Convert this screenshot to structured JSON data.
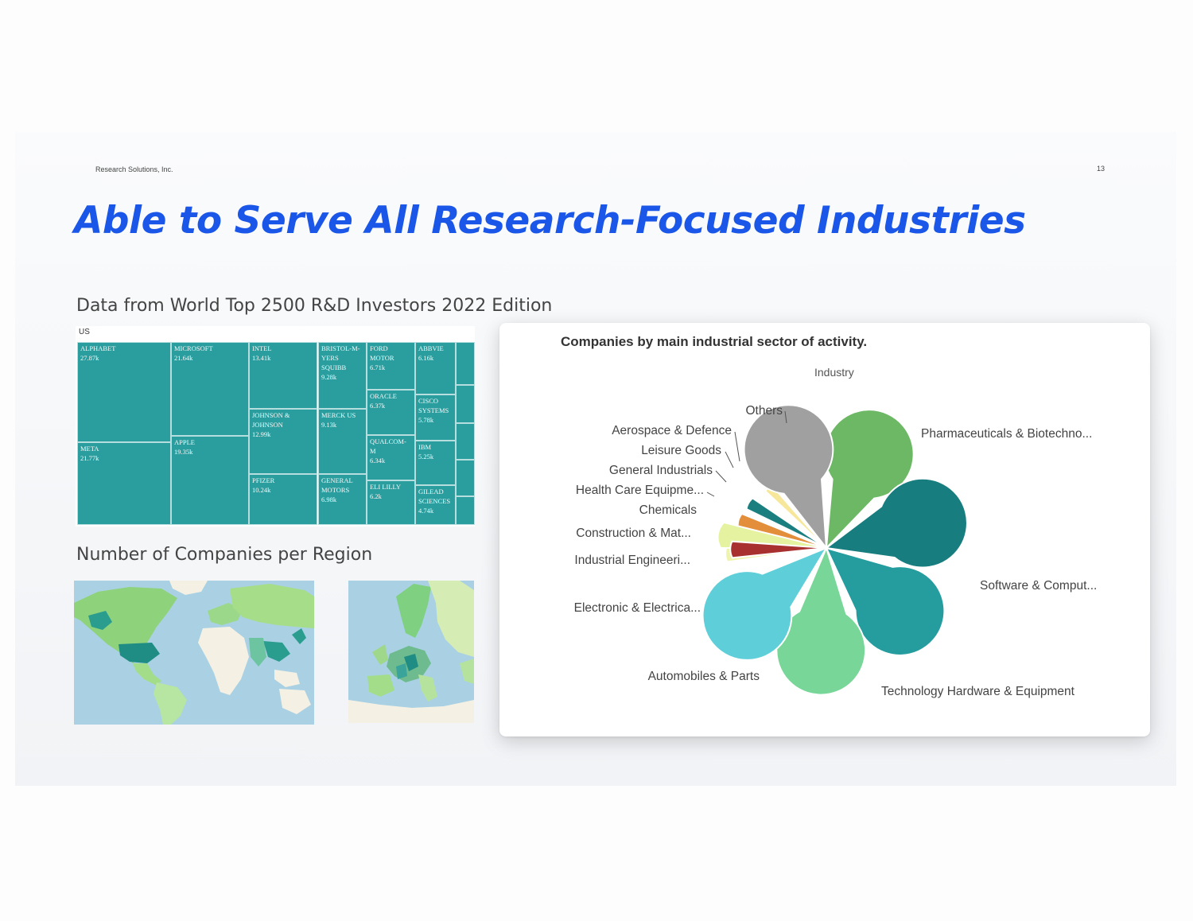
{
  "header": {
    "company": "Research Solutions, Inc.",
    "page_number": "13"
  },
  "title": "Able to Serve All Research-Focused Industries",
  "subhead_1": "Data from World Top 2500 R&D Investors 2022 Edition",
  "subhead_2": "Number of Companies per Region",
  "colors": {
    "title": "#1a56e8",
    "treemap": "#2a9d9e"
  },
  "treemap": {
    "country": "US",
    "cells": [
      {
        "name": "ALPHABET",
        "value": "27.87k"
      },
      {
        "name": "META",
        "value": "21.77k"
      },
      {
        "name": "MICROSOFT",
        "value": "21.64k"
      },
      {
        "name": "APPLE",
        "value": "19.35k"
      },
      {
        "name": "INTEL",
        "value": "13.41k"
      },
      {
        "name": "JOHNSON &\nJOHNSON",
        "value": "12.99k"
      },
      {
        "name": "PFIZER",
        "value": "10.24k"
      },
      {
        "name": "BRISTOL-M-\nYERS\nSQUIBB",
        "value": "9.28k"
      },
      {
        "name": "MERCK US",
        "value": "9.13k"
      },
      {
        "name": "GENERAL\nMOTORS",
        "value": "6.98k"
      },
      {
        "name": "FORD\nMOTOR",
        "value": "6.71k"
      },
      {
        "name": "ORACLE",
        "value": "6.37k"
      },
      {
        "name": "QUALCOM-\nM",
        "value": "6.34k"
      },
      {
        "name": "ELI LILLY",
        "value": "6.2k"
      },
      {
        "name": "ABBVIE",
        "value": "6.16k"
      },
      {
        "name": "CISCO\nSYSTEMS",
        "value": "5.78k"
      },
      {
        "name": "IBM",
        "value": "5.25k"
      },
      {
        "name": "GILEAD\nSCIENCES",
        "value": "4.74k"
      }
    ]
  },
  "maps": {
    "world_icon": "world-map",
    "europe_icon": "europe-map"
  },
  "chart_data": {
    "type": "pie",
    "title": "Companies by main industrial sector of activity.",
    "legend_title": "Industry",
    "style": "radial petals, relative sizes estimated from petal radii",
    "series": [
      {
        "slices": [
          {
            "label": "Pharmaceuticals & Biotechno...",
            "value": 100,
            "color": "#6cb865"
          },
          {
            "label": "Software & Comput...",
            "value": 100,
            "color": "#187d7f"
          },
          {
            "label": "Technology Hardware & Equipment",
            "value": 100,
            "color": "#259c9e"
          },
          {
            "label": "Automobiles & Parts",
            "value": 100,
            "color": "#79d699"
          },
          {
            "label": "Electronic & Electrica...",
            "value": 100,
            "color": "#5ecfd9"
          },
          {
            "label": "Industrial Engineeri...",
            "value": 95,
            "color": "#e5f3a0"
          },
          {
            "label": "Construction & Mat...",
            "value": 90,
            "color": "#eef3ae"
          },
          {
            "label": "Chemicals",
            "value": 85,
            "color": "#a8302f"
          },
          {
            "label": "Health Care Equipme...",
            "value": 82,
            "color": "#e38e3a"
          },
          {
            "label": "General Industrials",
            "value": 80,
            "color": "#1b7f80"
          },
          {
            "label": "Leisure Goods",
            "value": 75,
            "color": "#f6e79a"
          },
          {
            "label": "Aerospace & Defence",
            "value": 72,
            "color": "#f4c744"
          },
          {
            "label": "Others",
            "value": 100,
            "color": "#a0a0a0"
          }
        ]
      }
    ]
  }
}
